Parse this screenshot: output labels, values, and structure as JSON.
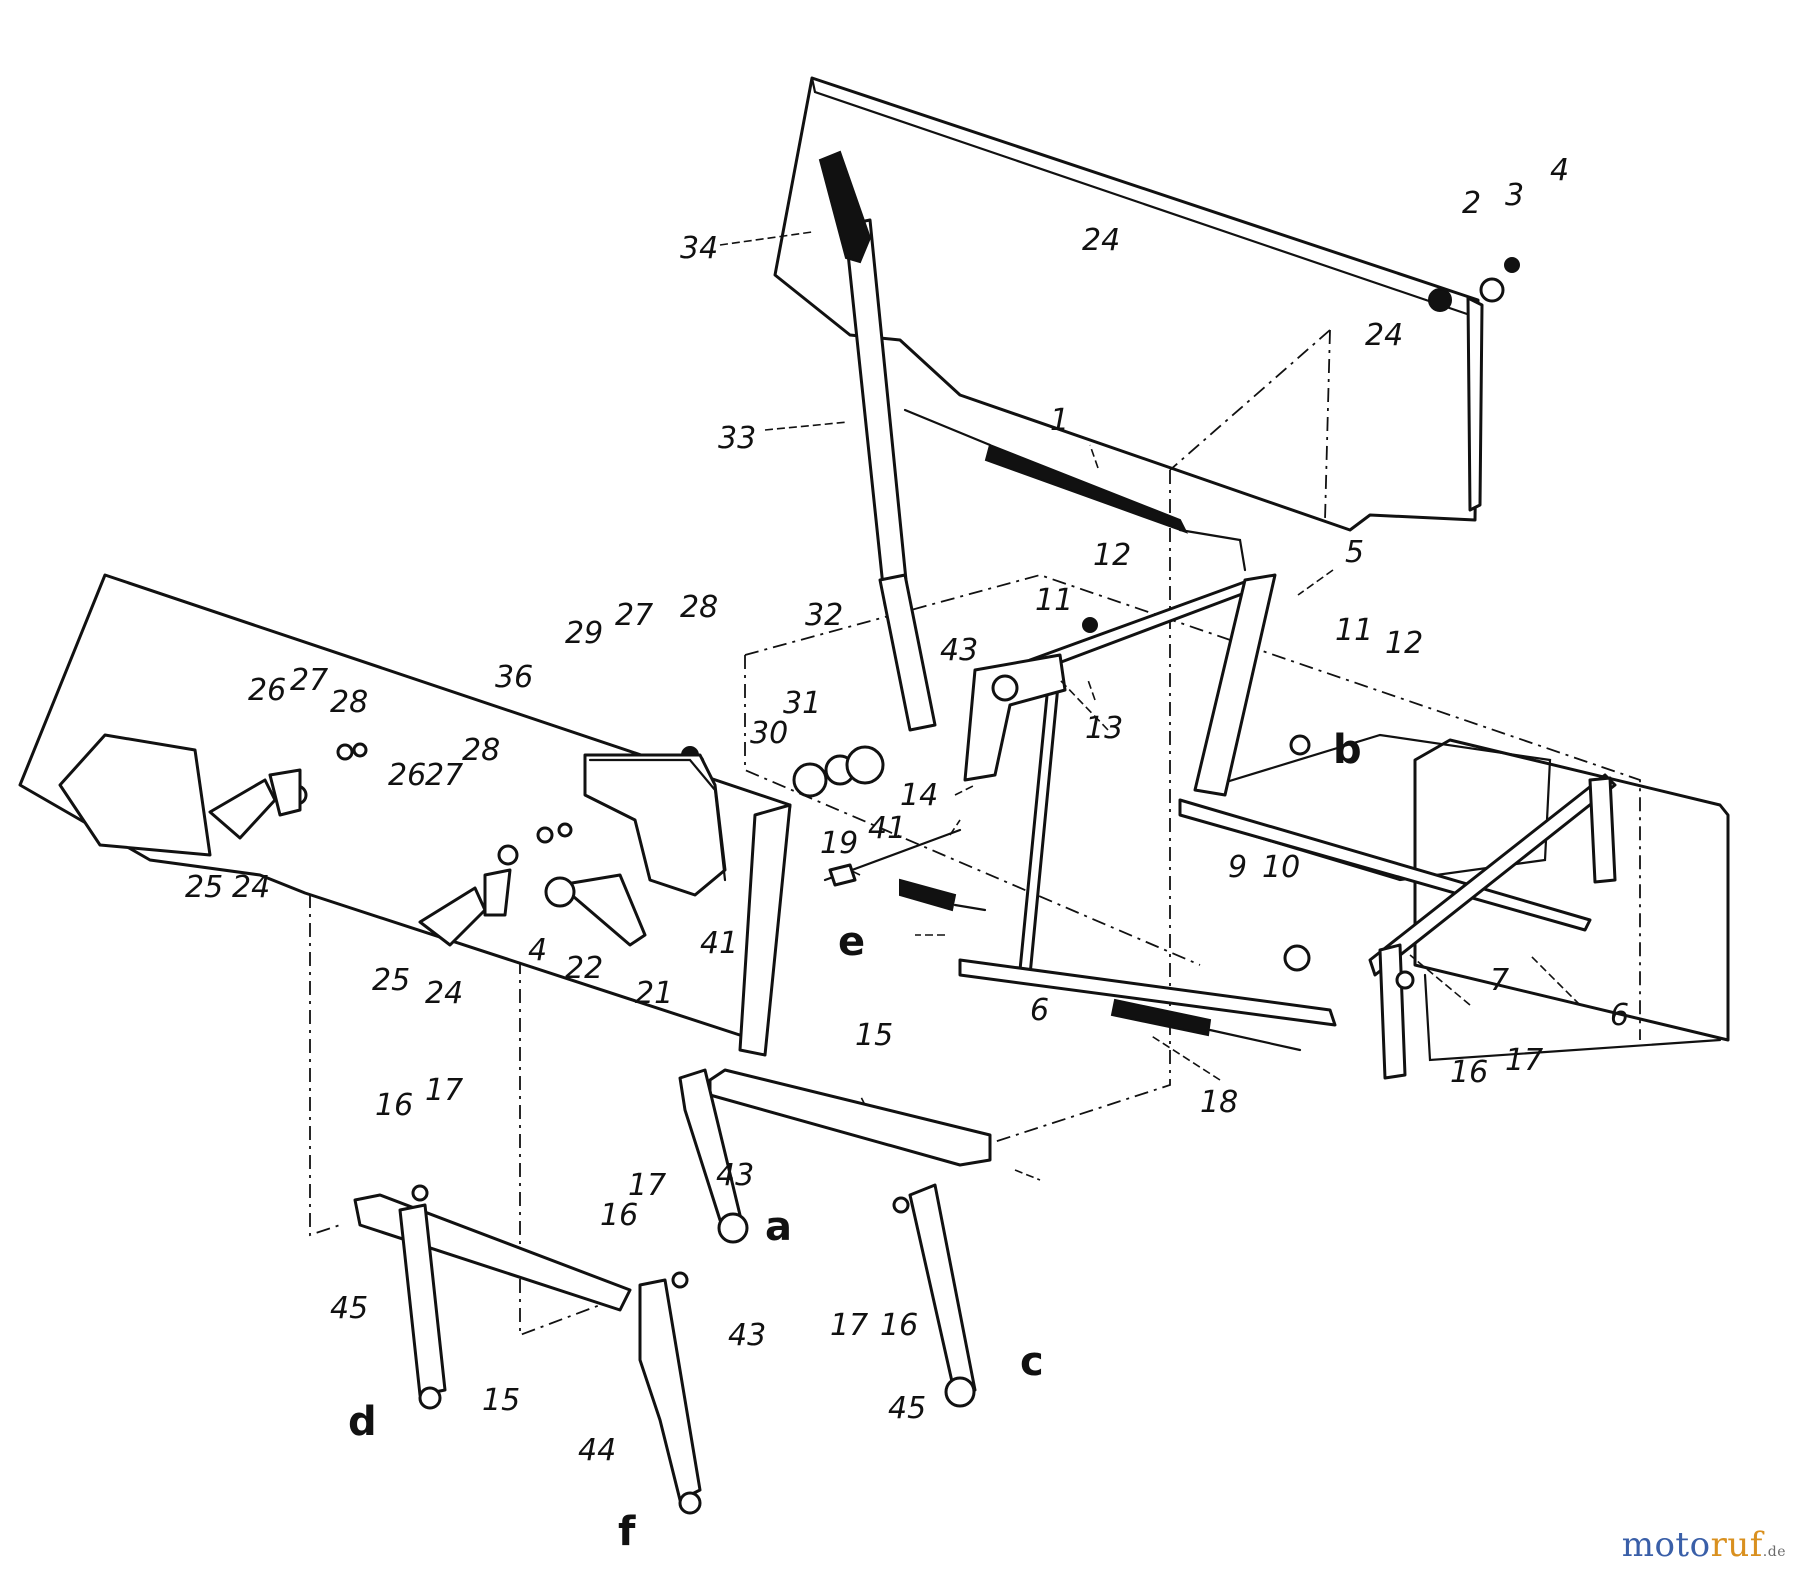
{
  "callouts": [
    {
      "id": "c1",
      "text": "1"
    },
    {
      "id": "c2",
      "text": "2"
    },
    {
      "id": "c3",
      "text": "3"
    },
    {
      "id": "c4a",
      "text": "4"
    },
    {
      "id": "c5",
      "text": "5"
    },
    {
      "id": "c6a",
      "text": "6"
    },
    {
      "id": "c6b",
      "text": "6"
    },
    {
      "id": "c7",
      "text": "7"
    },
    {
      "id": "c9",
      "text": "9"
    },
    {
      "id": "c10",
      "text": "10"
    },
    {
      "id": "c11a",
      "text": "11"
    },
    {
      "id": "c11b",
      "text": "11"
    },
    {
      "id": "c12a",
      "text": "12"
    },
    {
      "id": "c12b",
      "text": "12"
    },
    {
      "id": "c13",
      "text": "13"
    },
    {
      "id": "c14",
      "text": "14"
    },
    {
      "id": "c15a",
      "text": "15"
    },
    {
      "id": "c15b",
      "text": "15"
    },
    {
      "id": "c16a",
      "text": "16"
    },
    {
      "id": "c16b",
      "text": "16"
    },
    {
      "id": "c16c",
      "text": "16"
    },
    {
      "id": "c16d",
      "text": "16"
    },
    {
      "id": "c17a",
      "text": "17"
    },
    {
      "id": "c17b",
      "text": "17"
    },
    {
      "id": "c17c",
      "text": "17"
    },
    {
      "id": "c17d",
      "text": "17"
    },
    {
      "id": "c18",
      "text": "18"
    },
    {
      "id": "c19",
      "text": "19"
    },
    {
      "id": "c21",
      "text": "21"
    },
    {
      "id": "c22",
      "text": "22"
    },
    {
      "id": "c24a",
      "text": "24"
    },
    {
      "id": "c24b",
      "text": "24"
    },
    {
      "id": "c24c",
      "text": "24"
    },
    {
      "id": "c24d",
      "text": "24"
    },
    {
      "id": "c25a",
      "text": "25"
    },
    {
      "id": "c25b",
      "text": "25"
    },
    {
      "id": "c26a",
      "text": "26"
    },
    {
      "id": "c26b",
      "text": "26"
    },
    {
      "id": "c27a",
      "text": "27"
    },
    {
      "id": "c27b",
      "text": "27"
    },
    {
      "id": "c27c",
      "text": "27"
    },
    {
      "id": "c28a",
      "text": "28"
    },
    {
      "id": "c28b",
      "text": "28"
    },
    {
      "id": "c28c",
      "text": "28"
    },
    {
      "id": "c29",
      "text": "29"
    },
    {
      "id": "c30",
      "text": "30"
    },
    {
      "id": "c31",
      "text": "31"
    },
    {
      "id": "c32",
      "text": "32"
    },
    {
      "id": "c33",
      "text": "33"
    },
    {
      "id": "c34",
      "text": "34"
    },
    {
      "id": "c36",
      "text": "36"
    },
    {
      "id": "c41a",
      "text": "41"
    },
    {
      "id": "c41b",
      "text": "41"
    },
    {
      "id": "c43a",
      "text": "43"
    },
    {
      "id": "c43b",
      "text": "43"
    },
    {
      "id": "c43c",
      "text": "43"
    },
    {
      "id": "c44",
      "text": "44"
    },
    {
      "id": "c45a",
      "text": "45"
    },
    {
      "id": "c45b",
      "text": "45"
    },
    {
      "id": "c4b",
      "text": "4"
    }
  ],
  "connection_letters": {
    "a": "a",
    "b": "b",
    "c": "c",
    "d": "d",
    "e": "e",
    "f": "f"
  },
  "brand": {
    "name_part1": "moto",
    "name_part2": "ruf",
    "tld": ".de"
  }
}
